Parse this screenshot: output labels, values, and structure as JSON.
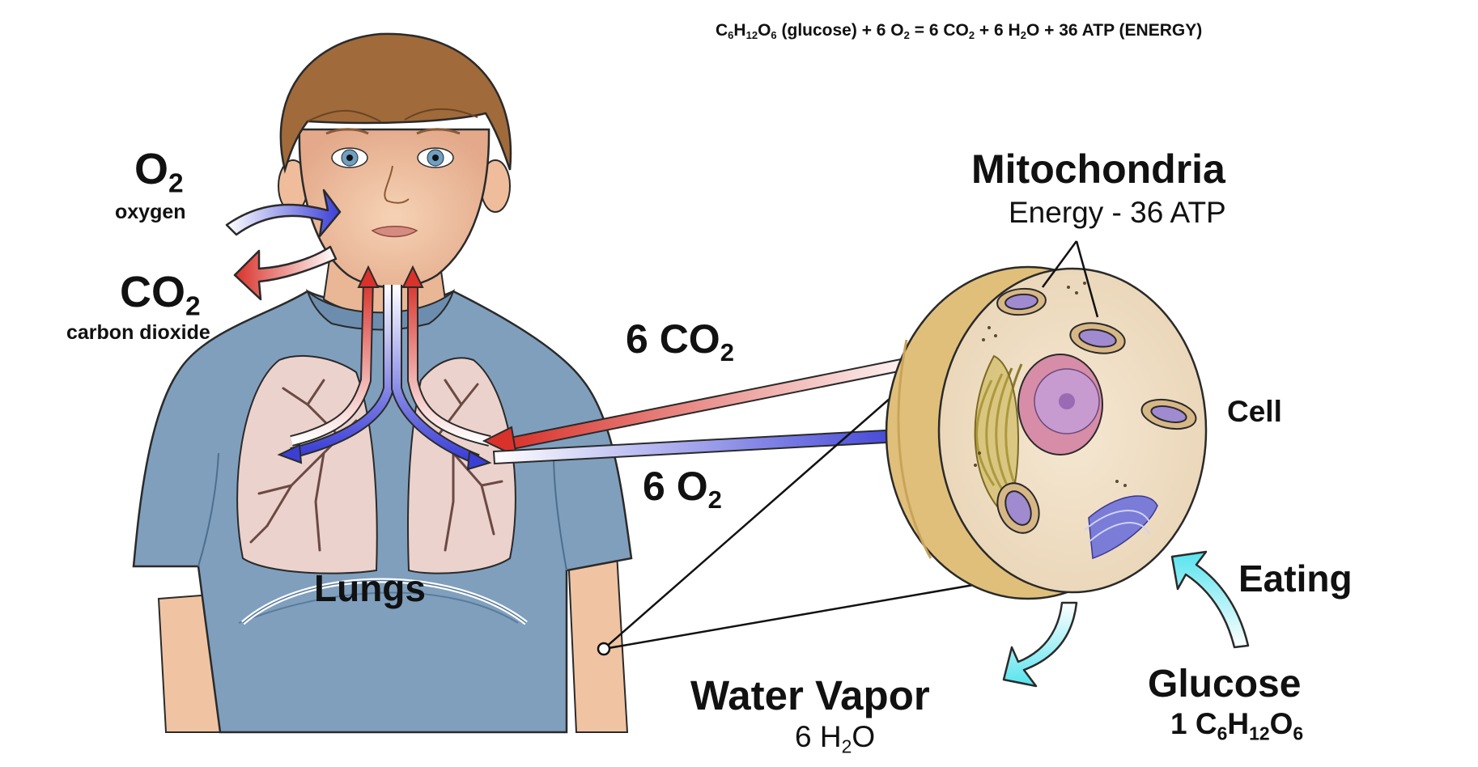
{
  "equation": {
    "glucose_formula_main": "C",
    "c_sub": "6",
    "h_main": "H",
    "h_sub": "12",
    "o_main": "O",
    "o_sub": "6",
    "glucose_word": "(glucose) + 6 O",
    "o2_sub": "2",
    "eq_co2": " = 6 CO",
    "co2_sub": "2",
    "eq_h2o": " + 6 H",
    "h2o_sub": "2",
    "eq_rest": "O + 36 ATP (ENERGY)"
  },
  "breathing": {
    "o2_main": "O",
    "o2_sub": "2",
    "o2_name": "oxygen",
    "co2_main": "CO",
    "co2_sub": "2",
    "co2_name": "carbon dioxide"
  },
  "organs": {
    "lungs": "Lungs"
  },
  "transport": {
    "co2_main": "6 CO",
    "co2_sub": "2",
    "o2_main": "6 O",
    "o2_sub": "2"
  },
  "cell": {
    "mito_title": "Mitochondria",
    "mito_energy": "Energy - 36 ATP",
    "cell_label": "Cell"
  },
  "inputs_outputs": {
    "eating": "Eating",
    "glucose_title": "Glucose",
    "glucose_c": "1 C",
    "glucose_c_sub": "6",
    "glucose_h": "H",
    "glucose_h_sub": "12",
    "glucose_o": "O",
    "glucose_o_sub": "6",
    "water_title": "Water Vapor",
    "water_h": "6 H",
    "water_h_sub": "2",
    "water_o": "O"
  },
  "colors": {
    "oxygen_blue": "#3b3fd6",
    "co2_red": "#d8322a",
    "shirt_blue": "#7f9fbd",
    "skin": "#f0c4a2",
    "hair": "#a06a3a",
    "lung_pink": "#ecd2cc",
    "cell_tan": "#e8cf96",
    "cyan_arrow": "#57e3ee"
  }
}
